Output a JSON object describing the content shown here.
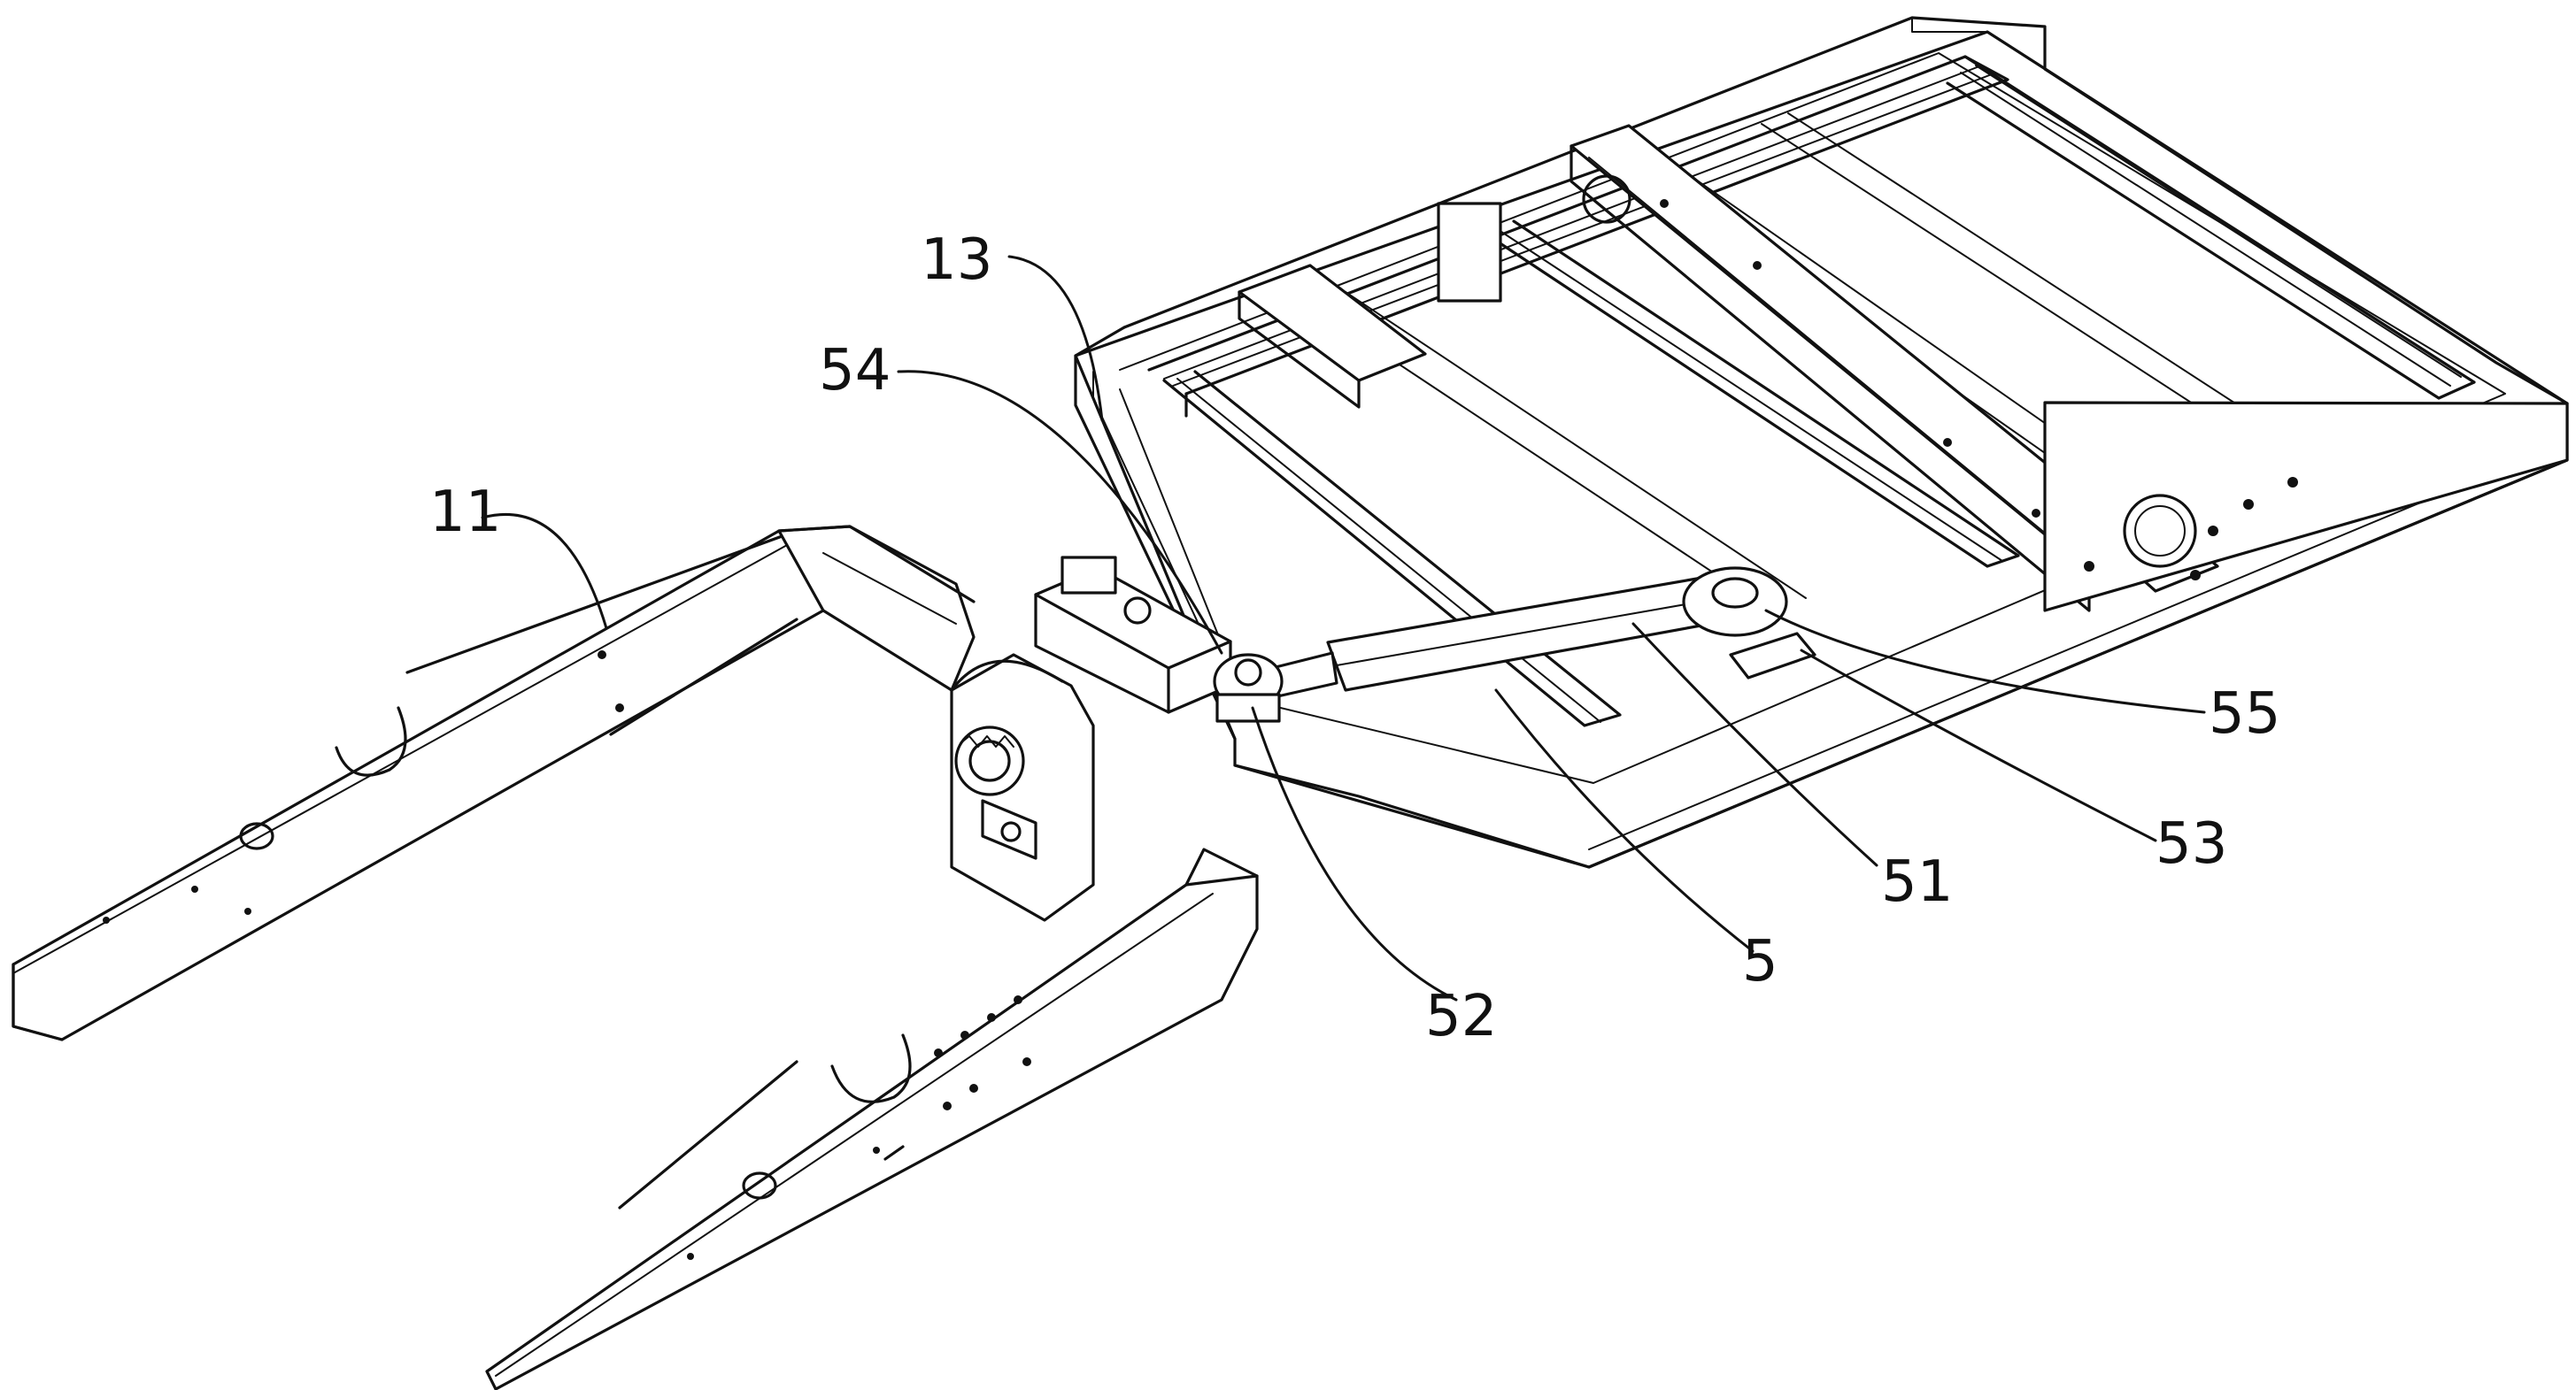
{
  "figure": {
    "labels": {
      "l11": "11",
      "l13": "13",
      "l54": "54",
      "l55": "55",
      "l53": "53",
      "l51": "51",
      "l5": "5",
      "l52": "52"
    }
  }
}
